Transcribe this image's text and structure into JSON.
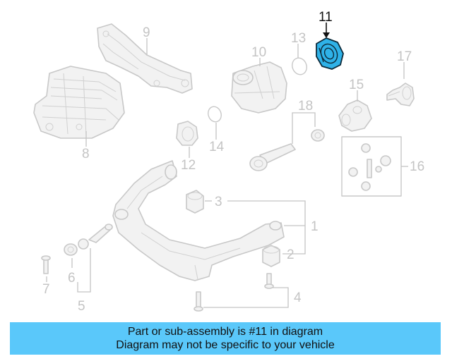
{
  "diagram": {
    "highlighted_part": "11",
    "callouts": {
      "c1": "1",
      "c2": "2",
      "c3": "3",
      "c4": "4",
      "c5": "5",
      "c6": "6",
      "c7": "7",
      "c8": "8",
      "c9": "9",
      "c10": "10",
      "c11": "11",
      "c12": "12",
      "c13": "13",
      "c14": "14",
      "c15": "15",
      "c16": "16",
      "c17": "17",
      "c18": "18"
    }
  },
  "banner": {
    "line1": "Part or sub-assembly is #11 in diagram",
    "line2": "Diagram may not be specific to your vehicle",
    "background": "#5ac8fa"
  },
  "colors": {
    "highlight_fill": "#2fb2e8",
    "inactive_part": "#c8c8c8"
  }
}
